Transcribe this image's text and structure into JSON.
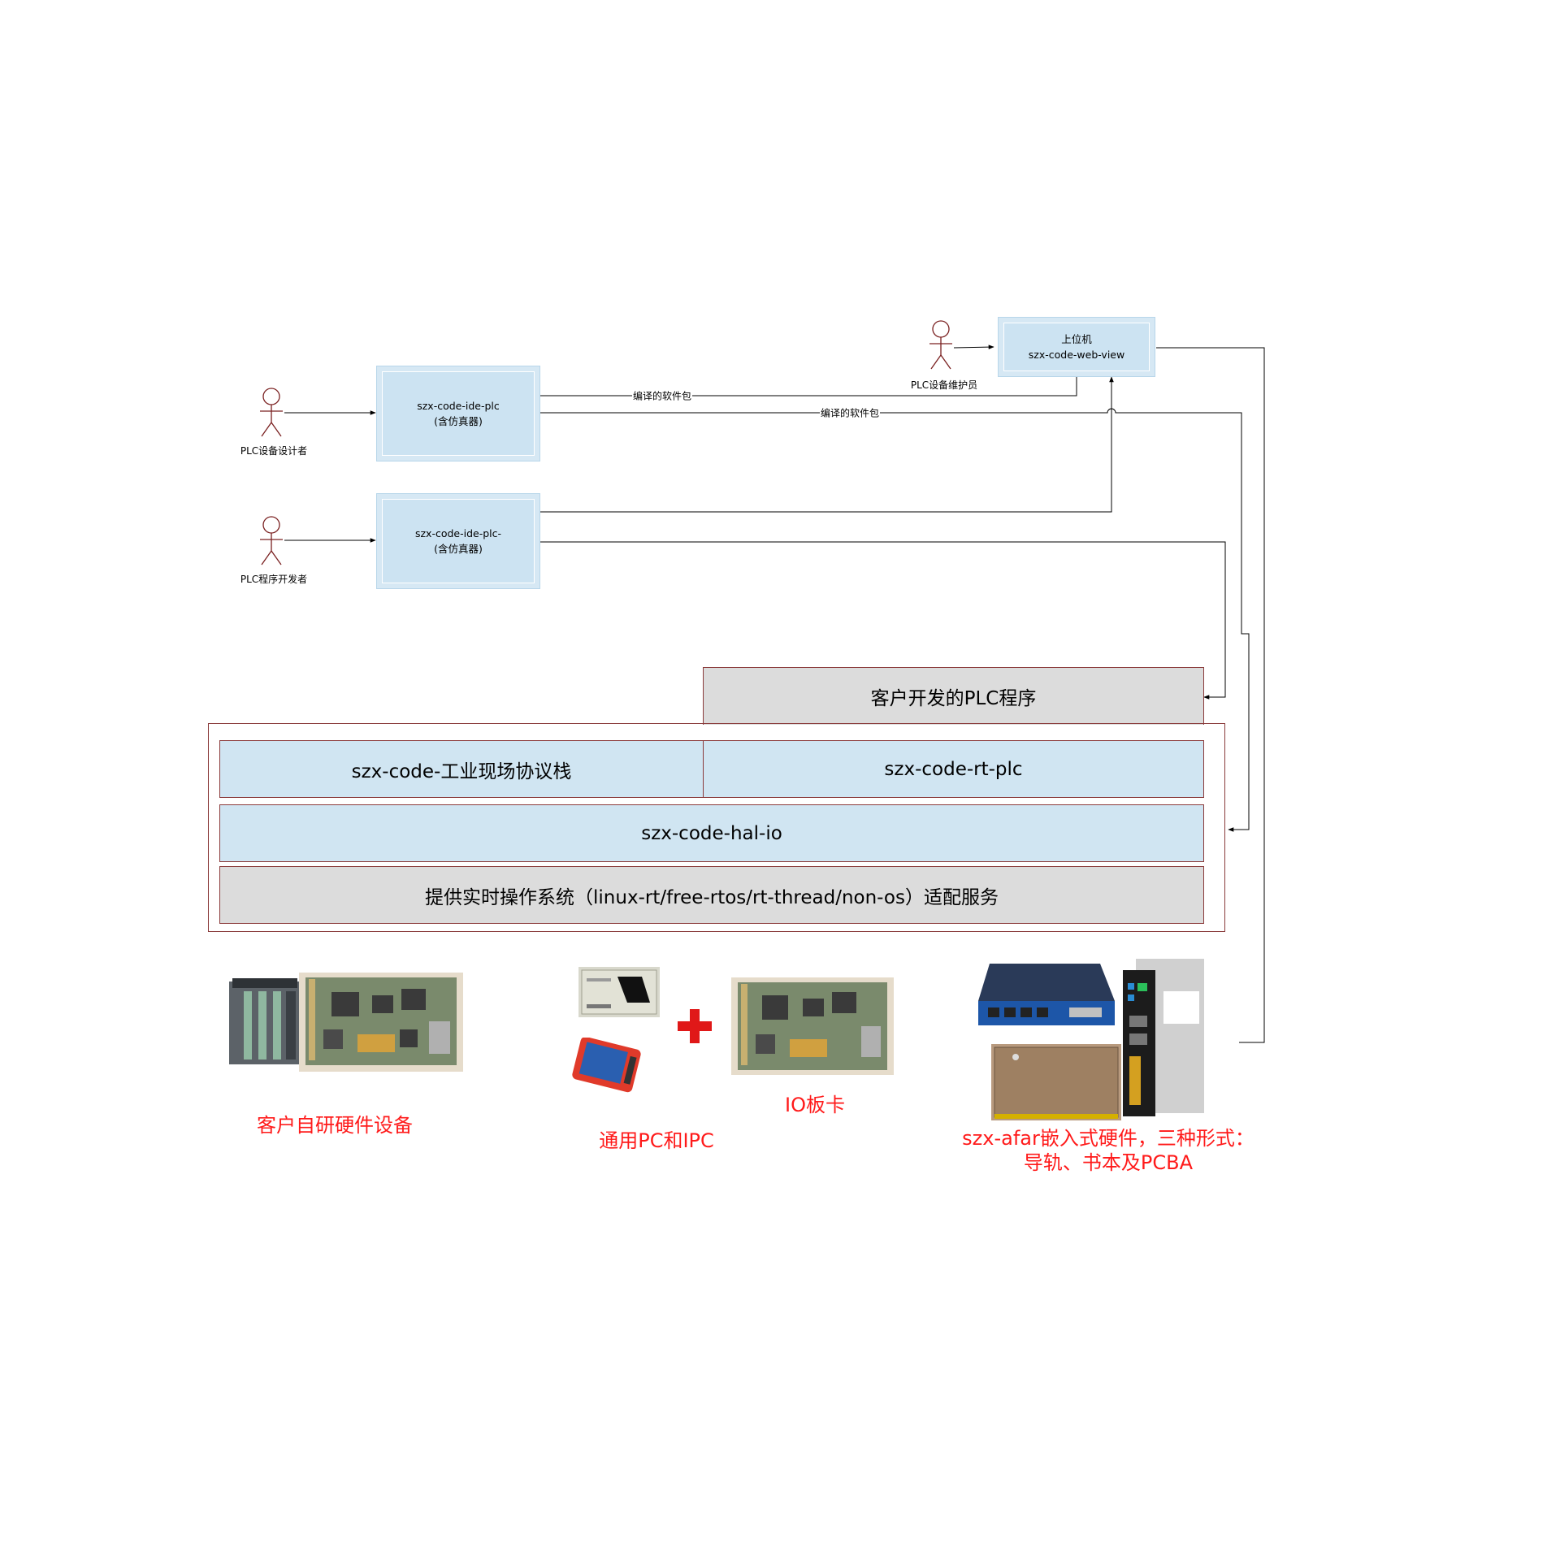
{
  "actors": {
    "designer": "PLC设备设计者",
    "developer": "PLC程序开发者",
    "maintainer": "PLC设备维护员"
  },
  "tools": {
    "ide_plc": {
      "line1": "szx-code-ide-plc",
      "line2": "(含仿真器)"
    },
    "ide_plc_dash": {
      "line1": "szx-code-ide-plc-",
      "line2": "(含仿真器)"
    },
    "web_view": {
      "line1": "上位机",
      "line2": "szx-code-web-view"
    }
  },
  "edge_labels": {
    "compiled_package_1": "编译的软件包",
    "compiled_package_2": "编译的软件包"
  },
  "layers": {
    "customer_plc_program": "客户开发的PLC程序",
    "protocol_stack": "szx-code-工业现场协议栈",
    "rt_plc": "szx-code-rt-plc",
    "hal_io": "szx-code-hal-io",
    "rtos_adaptation": "提供实时操作系统（linux-rt/free-rtos/rt-thread/non-os）适配服务"
  },
  "hardware": {
    "customer_hw": "客户自研硬件设备",
    "pc_ipc": "通用PC和IPC",
    "io_card": "IO板卡",
    "afar_line1": "szx-afar嵌入式硬件，三种形式：",
    "afar_line2": "导轨、书本及PCBA"
  },
  "colors": {
    "tool_box": "#cce3f2",
    "layer_blue": "#d0e5f2",
    "layer_grey": "#dcdcdc",
    "frame_border": "#8a3a3a",
    "caption_red": "#ff1a1a",
    "actor_stroke": "#7a2020"
  }
}
